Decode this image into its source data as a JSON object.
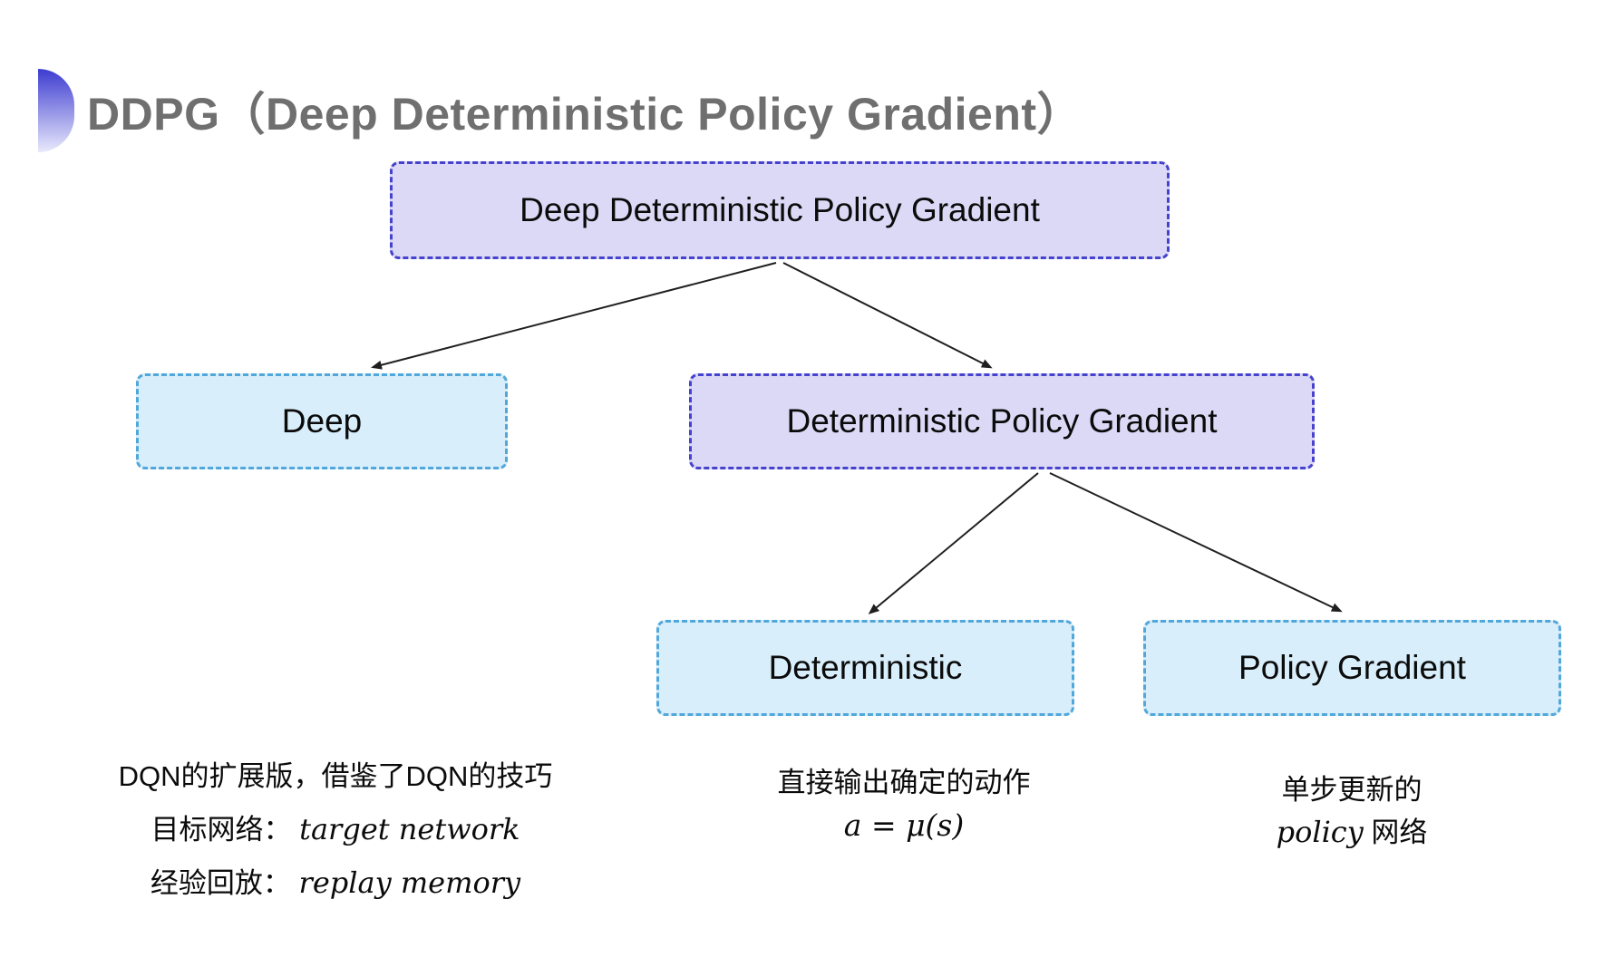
{
  "slide": {
    "title": "DDPG（Deep Deterministic Policy Gradient）"
  },
  "tree": {
    "root": {
      "label": "Deep Deterministic Policy Gradient"
    },
    "level2": [
      {
        "label": "Deep"
      },
      {
        "label": "Deterministic Policy Gradient"
      }
    ],
    "level3": [
      {
        "label": "Deterministic"
      },
      {
        "label": "Policy Gradient"
      }
    ]
  },
  "annotations": {
    "deep": {
      "line1": "DQN的扩展版，借鉴了DQN的技巧",
      "line2_label": "目标网络：",
      "line2_term": "target network",
      "line3_label": "经验回放：",
      "line3_term": "replay memory"
    },
    "deterministic": {
      "line1": "直接输出确定的动作",
      "formula": "a = μ(s)"
    },
    "policy_gradient": {
      "line1": "单步更新的",
      "line2_term": "policy",
      "line2_label": " 网络"
    }
  },
  "colors": {
    "purple-fill": "#dcd9f6",
    "purple-border": "#4542cd",
    "cyan-fill": "#d8eefa",
    "cyan-border": "#52a7da",
    "title-gray": "#6f6f6f",
    "text-black": "#111111",
    "arrow": "#1f1f1f",
    "bullet-top": "#3d3cd0",
    "bullet-bottom": "#e9e9fc"
  }
}
